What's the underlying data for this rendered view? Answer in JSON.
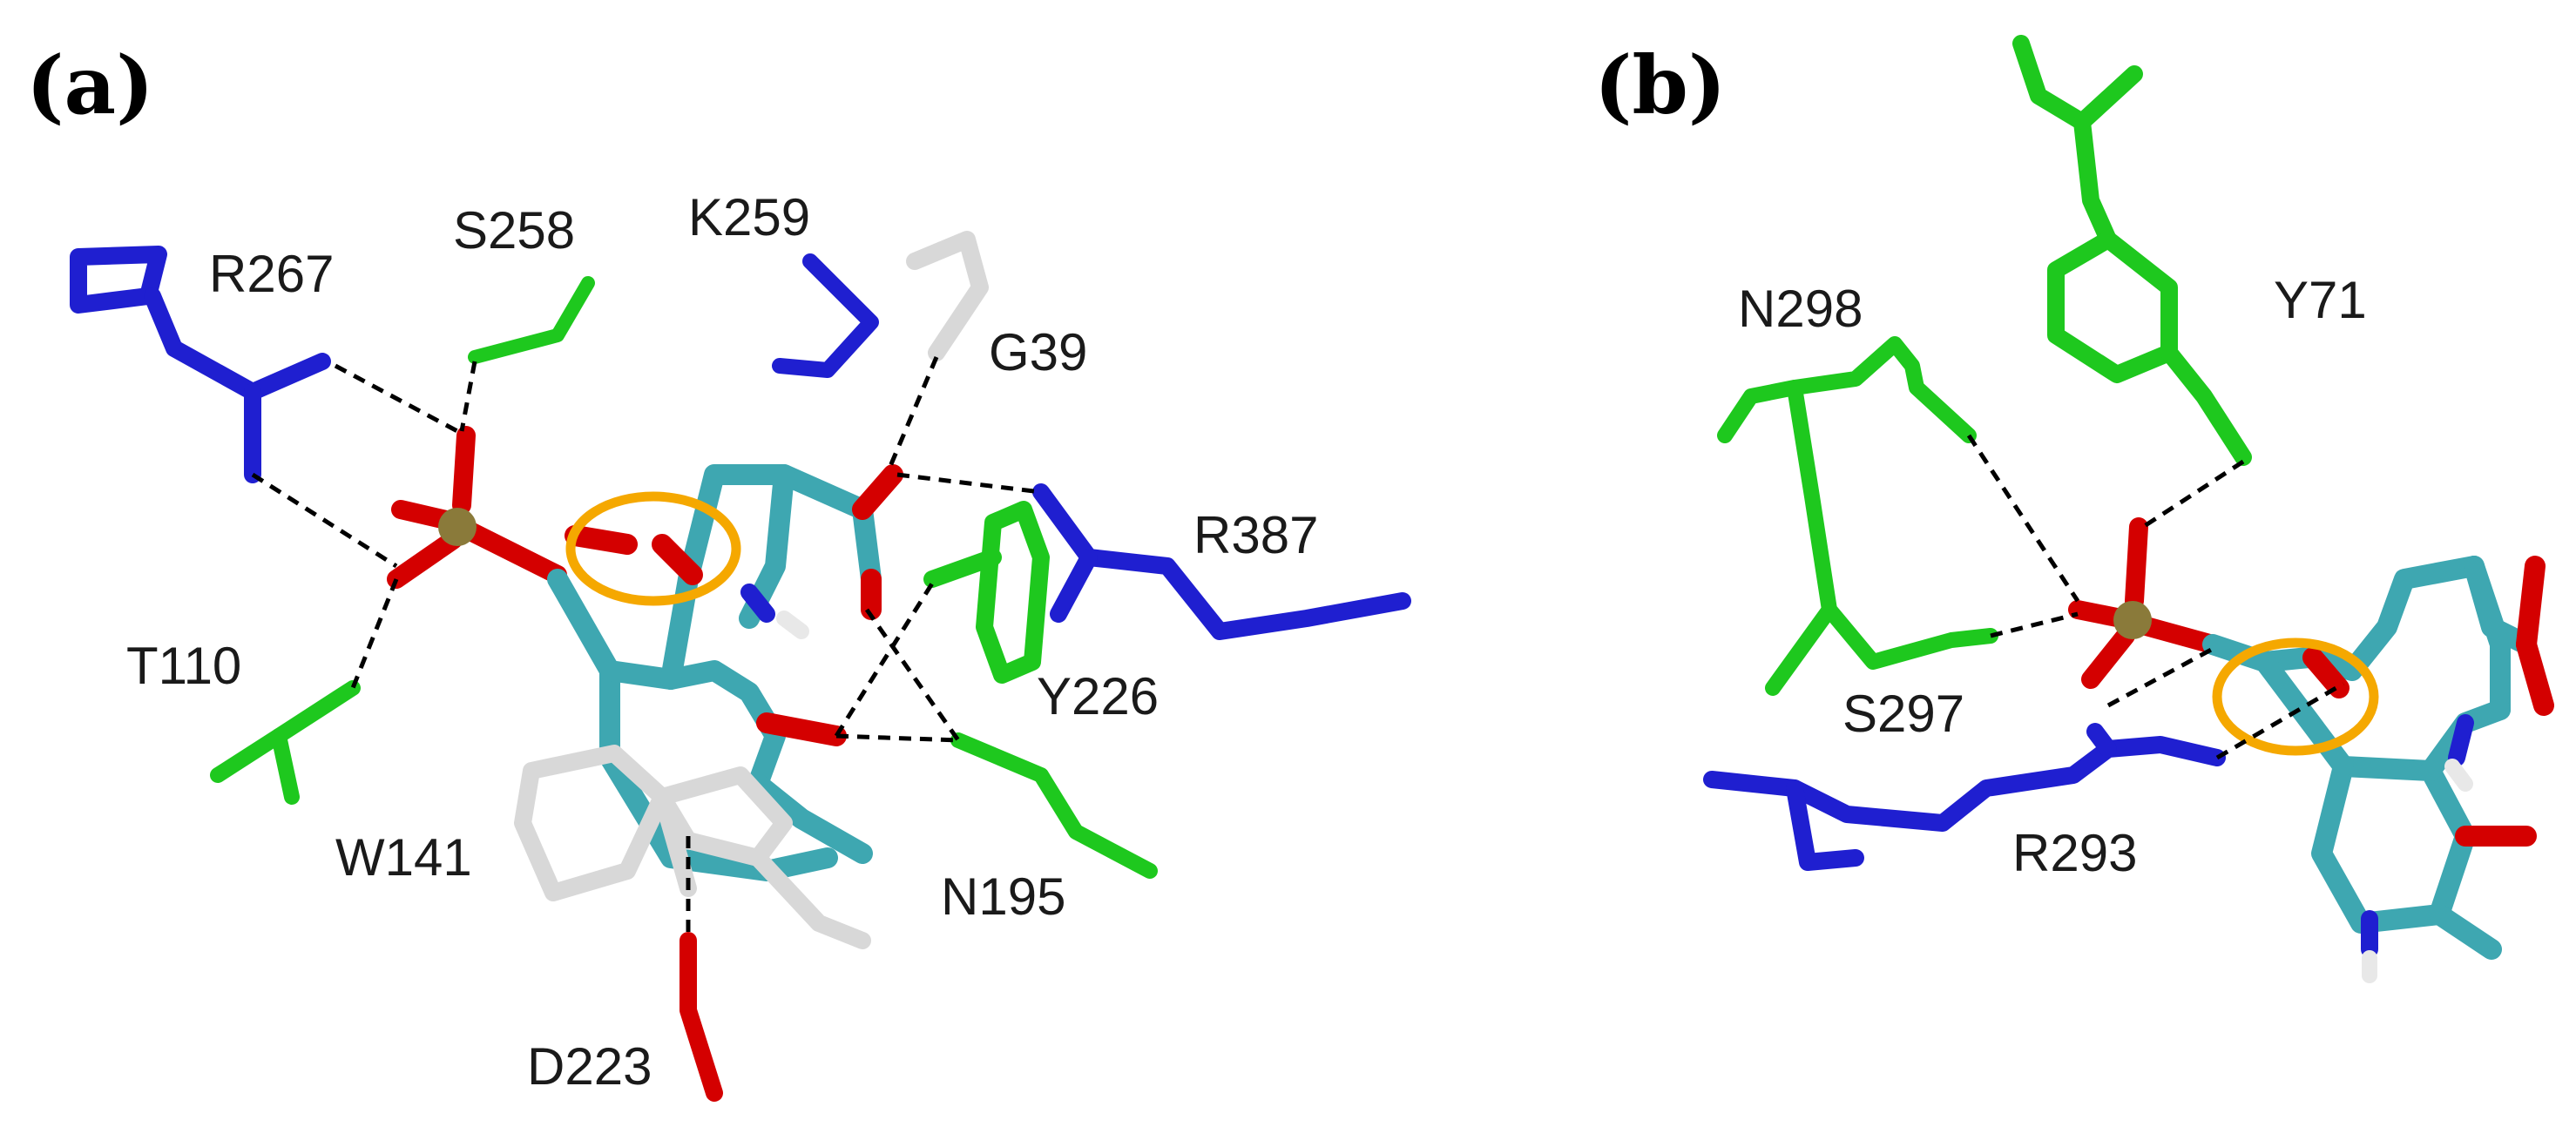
{
  "panels": [
    {
      "label": "(a)",
      "residues": [
        "R267",
        "S258",
        "K259",
        "G39",
        "R387",
        "T110",
        "Y226",
        "W141",
        "N195",
        "D223"
      ]
    },
    {
      "label": "(b)",
      "residues": [
        "N298",
        "Y71",
        "S297",
        "R293"
      ]
    }
  ],
  "colors": {
    "ligand_carbon": "#3ea7b1",
    "oxygen": "#d40000",
    "phosphorus": "#8a7a3a",
    "nitrogen_blue": "#1f1fd0",
    "carbon_green": "#1ec81e",
    "glycine_white": "#d8d8d8",
    "hydrogen": "#e8e8e8",
    "highlight_ring": "#f5a800",
    "hbond": "#000000"
  }
}
